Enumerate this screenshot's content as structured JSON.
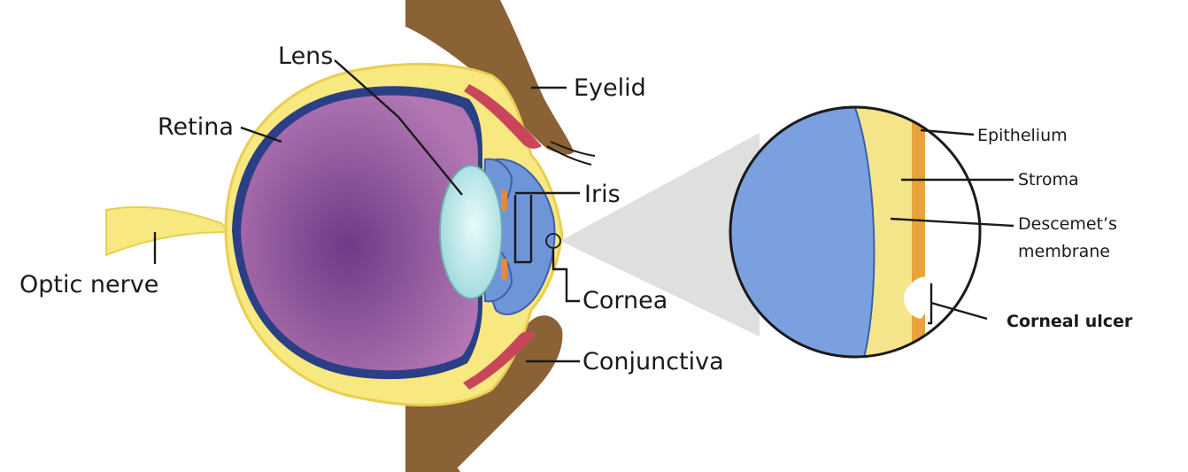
{
  "labels": {
    "lens": "Lens",
    "eyelid": "Eyelid",
    "retina": "Retina",
    "iris": "Iris",
    "optic_nerve": "Optic nerve",
    "cornea": "Cornea",
    "conjunctiva": "Conjunctiva",
    "epithelium": "Epithelium",
    "stroma": "Stroma",
    "descemets_line1": "Descemet’s",
    "descemets_line2": "membrane",
    "corneal_ulcer": "Corneal ulcer"
  },
  "colors": {
    "sclera": "#f7e87f",
    "sclera_outline": "#e9cf52",
    "retina_layer": "#2b3f86",
    "vitreous": "#9a5a9f",
    "vitreous_center": "#6f3a86",
    "lens": "#bfe9ea",
    "iris_blue": "#6f95d9",
    "iris_orange": "#e38a3a",
    "eyelid_skin": "#8b6136",
    "eyelid_margin": "#c9465a",
    "magnifier_fill": "#d9d9d9",
    "inset_inner": "#7aa0e0",
    "inset_stroma": "#f4e48a",
    "inset_epithelium": "#e8a33c"
  }
}
